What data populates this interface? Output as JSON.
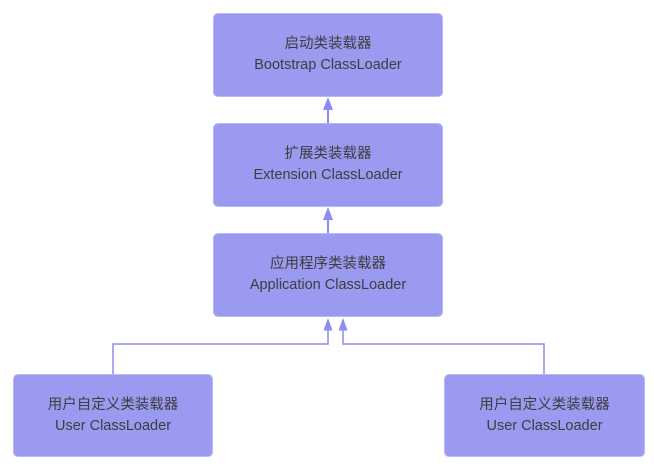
{
  "colors": {
    "background": "#ffffff",
    "node_fill": "#9a9af1",
    "node_border": "#b9b9f7",
    "connector": "#8c8cf0",
    "text": "#3d3d3d"
  },
  "nodes": [
    {
      "id": "bootstrap",
      "label_zh": "启动类装载器",
      "label_en": "Bootstrap ClassLoader"
    },
    {
      "id": "extension",
      "label_zh": "扩展类装载器",
      "label_en": "Extension ClassLoader"
    },
    {
      "id": "application",
      "label_zh": "应用程序类装载器",
      "label_en": "Application ClassLoader"
    },
    {
      "id": "user_left",
      "label_zh": "用户自定义类装载器",
      "label_en": "User ClassLoader"
    },
    {
      "id": "user_right",
      "label_zh": "用户自定义类装载器",
      "label_en": "User ClassLoader"
    }
  ],
  "edges": [
    {
      "from": "extension",
      "to": "bootstrap",
      "style": "straight-arrow-up"
    },
    {
      "from": "application",
      "to": "extension",
      "style": "straight-arrow-up"
    },
    {
      "from": "user_left",
      "to": "application",
      "style": "elbow-arrow-up"
    },
    {
      "from": "user_right",
      "to": "application",
      "style": "elbow-arrow-up"
    }
  ]
}
